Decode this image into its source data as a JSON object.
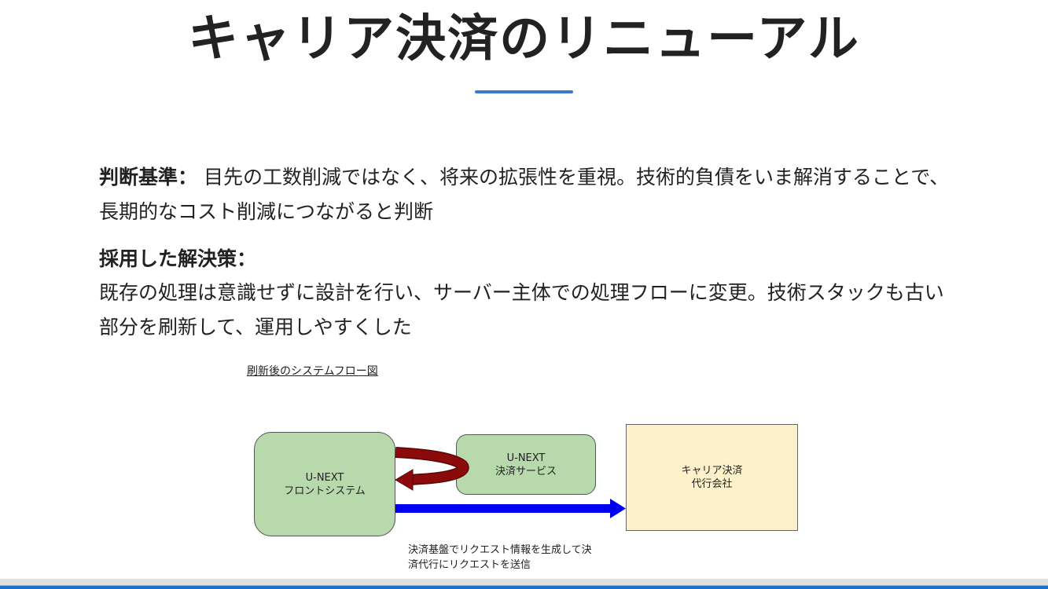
{
  "slide": {
    "title": "キャリア決済のリニューアル",
    "accent_color": "#3a7bc8",
    "criteria": {
      "label": "判断基準：",
      "text": " 目先の工数削減ではなく、将来の拡張性を重視。技術的負債をいま解消することで、長期的なコスト削減につながると判断"
    },
    "solution": {
      "label": "採用した解決策：",
      "text": "既存の処理は意識せずに設計を行い、サーバー主体での処理フローに変更。技術スタックも古い部分を刷新して、運用しやすくした"
    },
    "diagram": {
      "caption": "刷新後のシステムフロー図",
      "boxes": {
        "front": {
          "line1": "U-NEXT",
          "line2": "フロントシステム",
          "fill": "#b7d9ab"
        },
        "service": {
          "line1": "U-NEXT",
          "line2": "決済サービス",
          "fill": "#b7d9ab"
        },
        "carrier": {
          "line1": "キャリア決済",
          "line2": "代行会社",
          "fill": "#fdf1cc"
        }
      },
      "arrows": {
        "loop_color": "#8b0a0a",
        "request_color": "#0000f0"
      },
      "note": {
        "line1": "決済基盤でリクエスト情報を生成して決",
        "line2": "済代行にリクエストを送信"
      }
    },
    "footer_bar_color": "#1f6fc9"
  }
}
